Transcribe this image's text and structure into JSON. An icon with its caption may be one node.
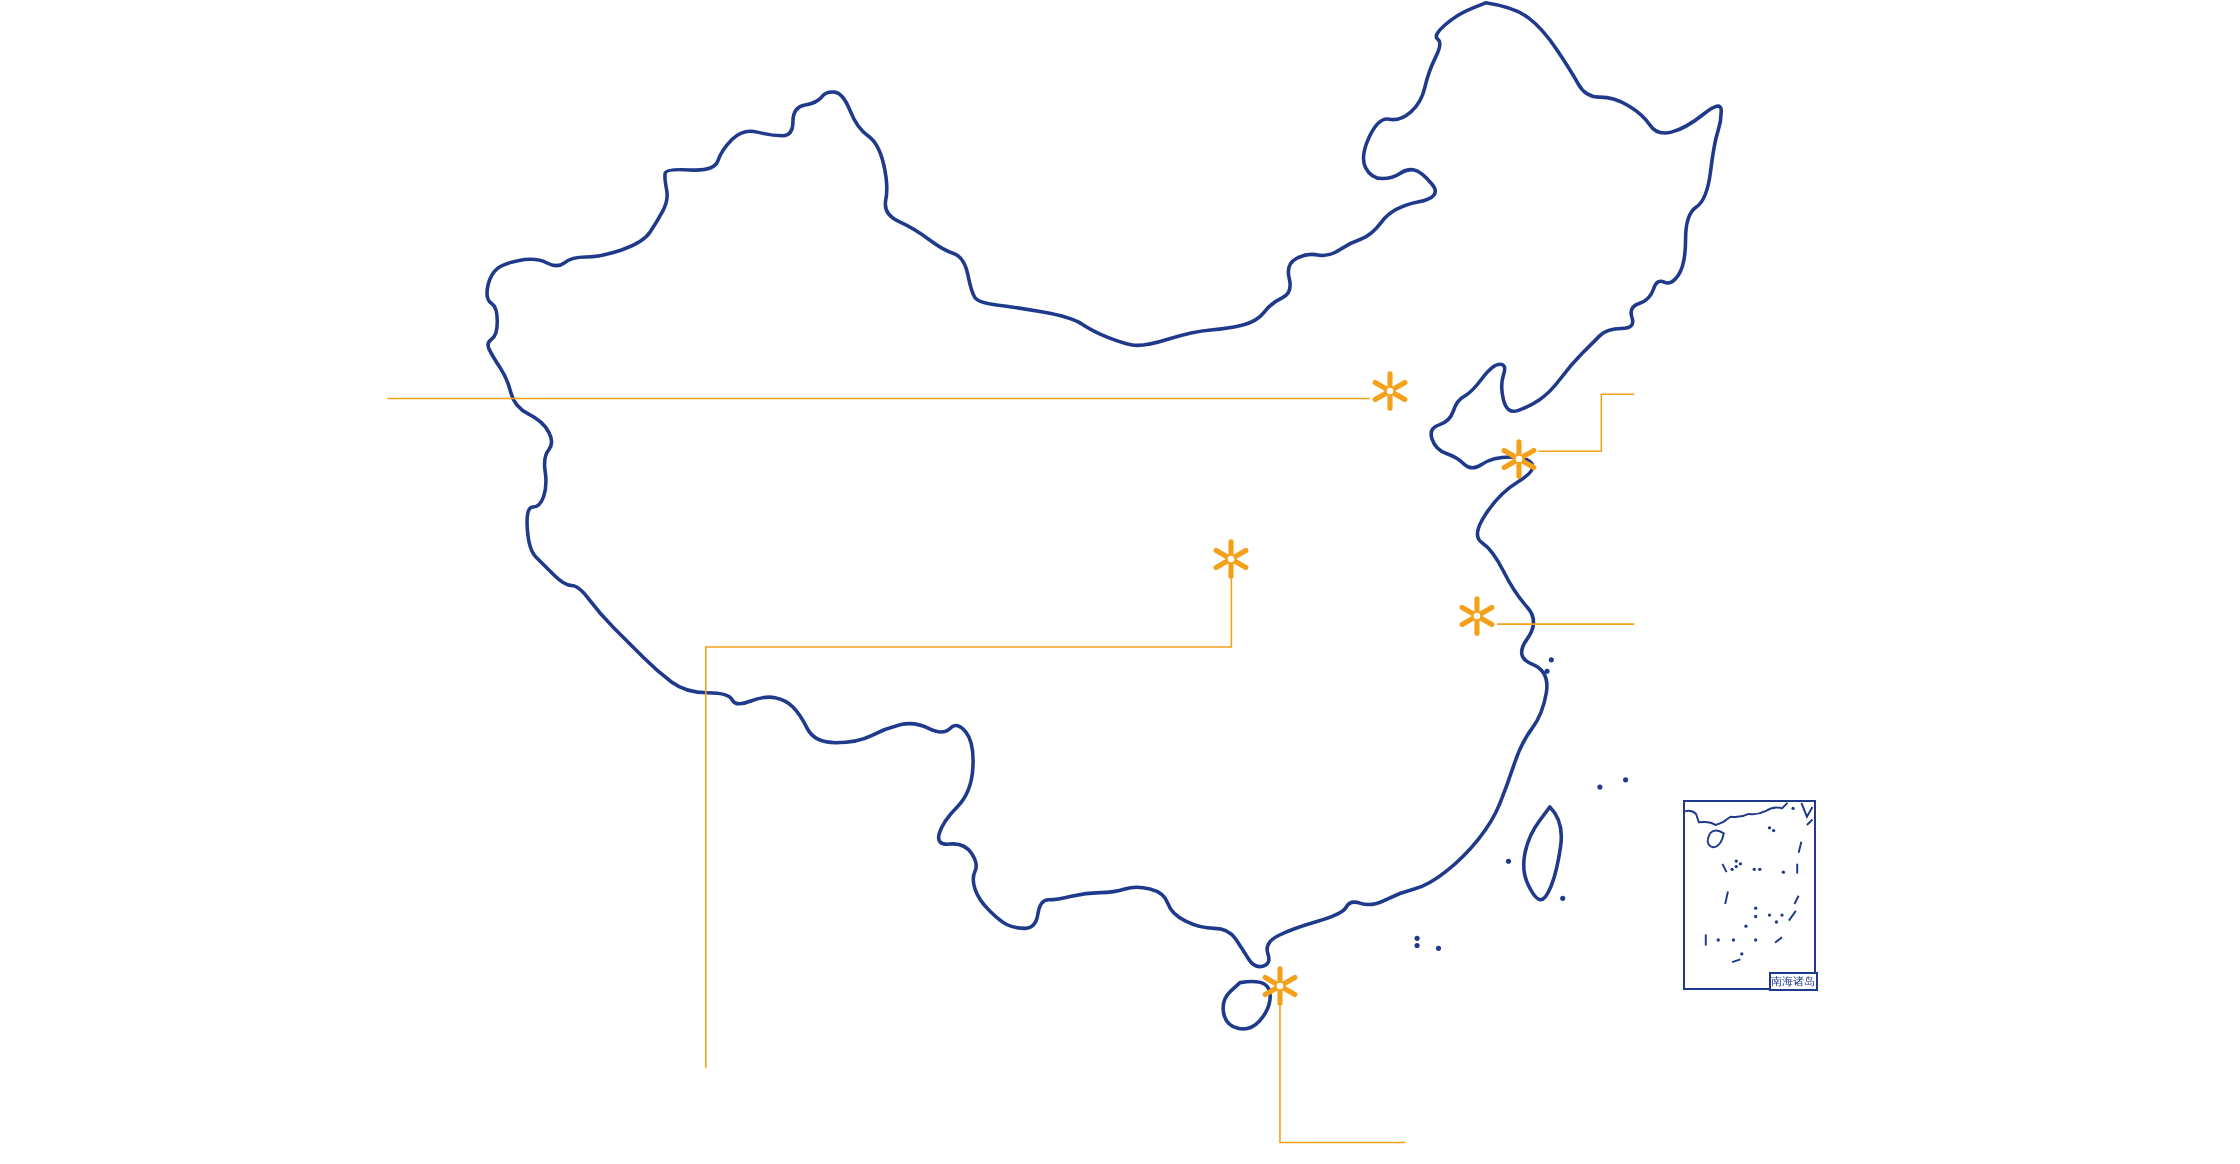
{
  "diagram": {
    "nodes": [
      {
        "text": [],
        "shape": "asterisk"
      },
      {
        "text": [],
        "shape": "asterisk"
      },
      {
        "text": [],
        "shape": "asterisk"
      },
      {
        "text": [],
        "shape": "asterisk"
      },
      {
        "text": [],
        "shape": "asterisk"
      },
      {
        "text": [],
        "shape": "box"
      },
      {
        "text": [
          "南海诸岛"
        ],
        "in": 5
      }
    ],
    "edges": [
      {
        "from": 0,
        "to": null,
        "arrow": "none"
      },
      {
        "from": 1,
        "to": null,
        "arrow": "none"
      },
      {
        "from": 2,
        "to": null,
        "arrow": "none"
      },
      {
        "from": 3,
        "to": null,
        "arrow": "none"
      },
      {
        "from": 4,
        "to": null,
        "arrow": "none"
      }
    ]
  }
}
